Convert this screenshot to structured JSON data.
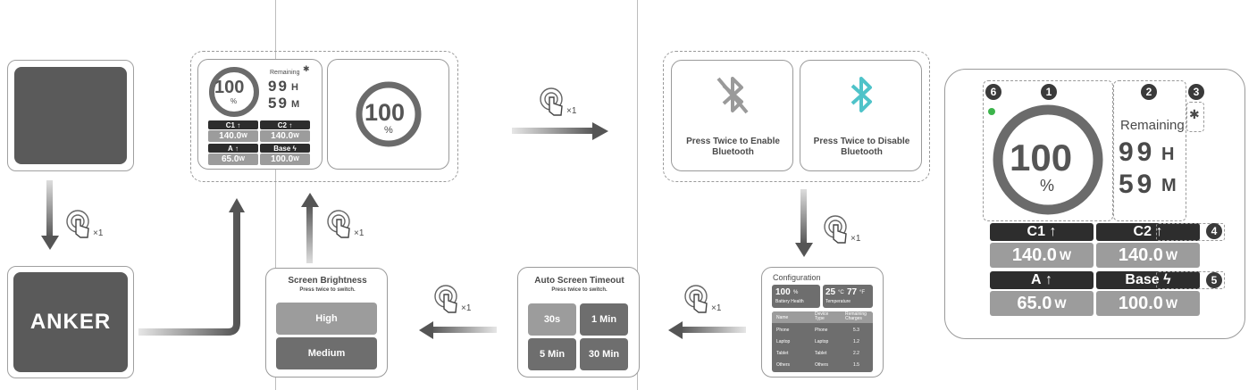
{
  "logo": {
    "text": "ANKER"
  },
  "tap": {
    "count": "×1"
  },
  "status_screen": {
    "percent": "100",
    "percent_unit": "%",
    "remaining_label": "Remaining",
    "hours": "99",
    "hours_unit": "H",
    "minutes": "59",
    "minutes_unit": "M",
    "ports": [
      {
        "name": "C1",
        "value": "140.0",
        "unit": "W"
      },
      {
        "name": "C2",
        "value": "140.0",
        "unit": "W"
      },
      {
        "name": "A",
        "value": "65.0",
        "unit": "W"
      },
      {
        "name": "Base",
        "value": "100.0",
        "unit": "W"
      }
    ]
  },
  "percent_screen": {
    "percent": "100",
    "unit": "%"
  },
  "brightness": {
    "title": "Screen Brightness",
    "subtitle": "Press twice to switch.",
    "options": [
      "High",
      "Medium"
    ]
  },
  "timeout": {
    "title": "Auto Screen Timeout",
    "subtitle": "Press twice to switch.",
    "options": [
      "30s",
      "1 Min",
      "5 Min",
      "30 Min"
    ]
  },
  "bluetooth": {
    "enable_label": "Press Twice to Enable Bluetooth",
    "disable_label": "Press Twice to Disable Bluetooth",
    "enable_color": "#9a9a9a",
    "disable_color": "#4fc3c9"
  },
  "configuration": {
    "title": "Configuration",
    "health_value": "100",
    "health_unit": "%",
    "health_label": "Battery Health",
    "temp_c": "25",
    "temp_c_unit": "°C",
    "temp_f": "77",
    "temp_f_unit": "°F",
    "temp_label": "Temperature",
    "headers": [
      "Name",
      "Device Type",
      "Remaining Charges"
    ],
    "rows": [
      [
        "Phone",
        "Phone",
        "5.3"
      ],
      [
        "Laptop",
        "Laptop",
        "1.2"
      ],
      [
        "Tablet",
        "Tablet",
        "2.2"
      ],
      [
        "Others",
        "Others",
        "1.5"
      ]
    ]
  },
  "legend": {
    "badges": [
      "1",
      "2",
      "3",
      "4",
      "5",
      "6"
    ],
    "indicator_color": "#3cb44b"
  }
}
